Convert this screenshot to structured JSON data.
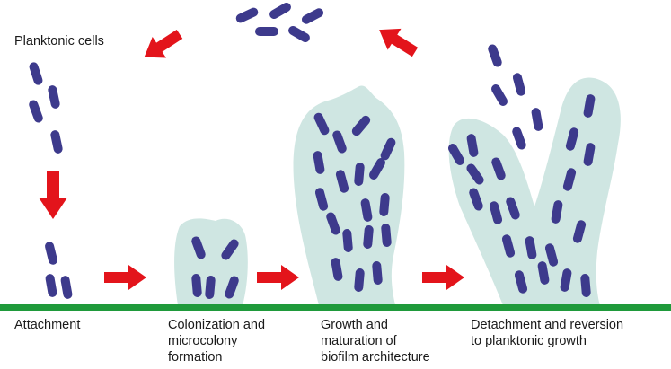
{
  "colors": {
    "cell": "#3d3a8c",
    "matrix": "#cfe6e2",
    "arrow": "#e3141b",
    "substrate": "#1f9a3b",
    "text": "#1a1a1a"
  },
  "labels": {
    "planktonic": "Planktonic cells",
    "stage1": [
      "Attachment"
    ],
    "stage2": [
      "Colonization and",
      "microcolony",
      "formation"
    ],
    "stage3": [
      "Growth and",
      "maturation of",
      "biofilm architecture"
    ],
    "stage4": [
      "Detachment and reversion",
      "to planktonic growth"
    ]
  }
}
